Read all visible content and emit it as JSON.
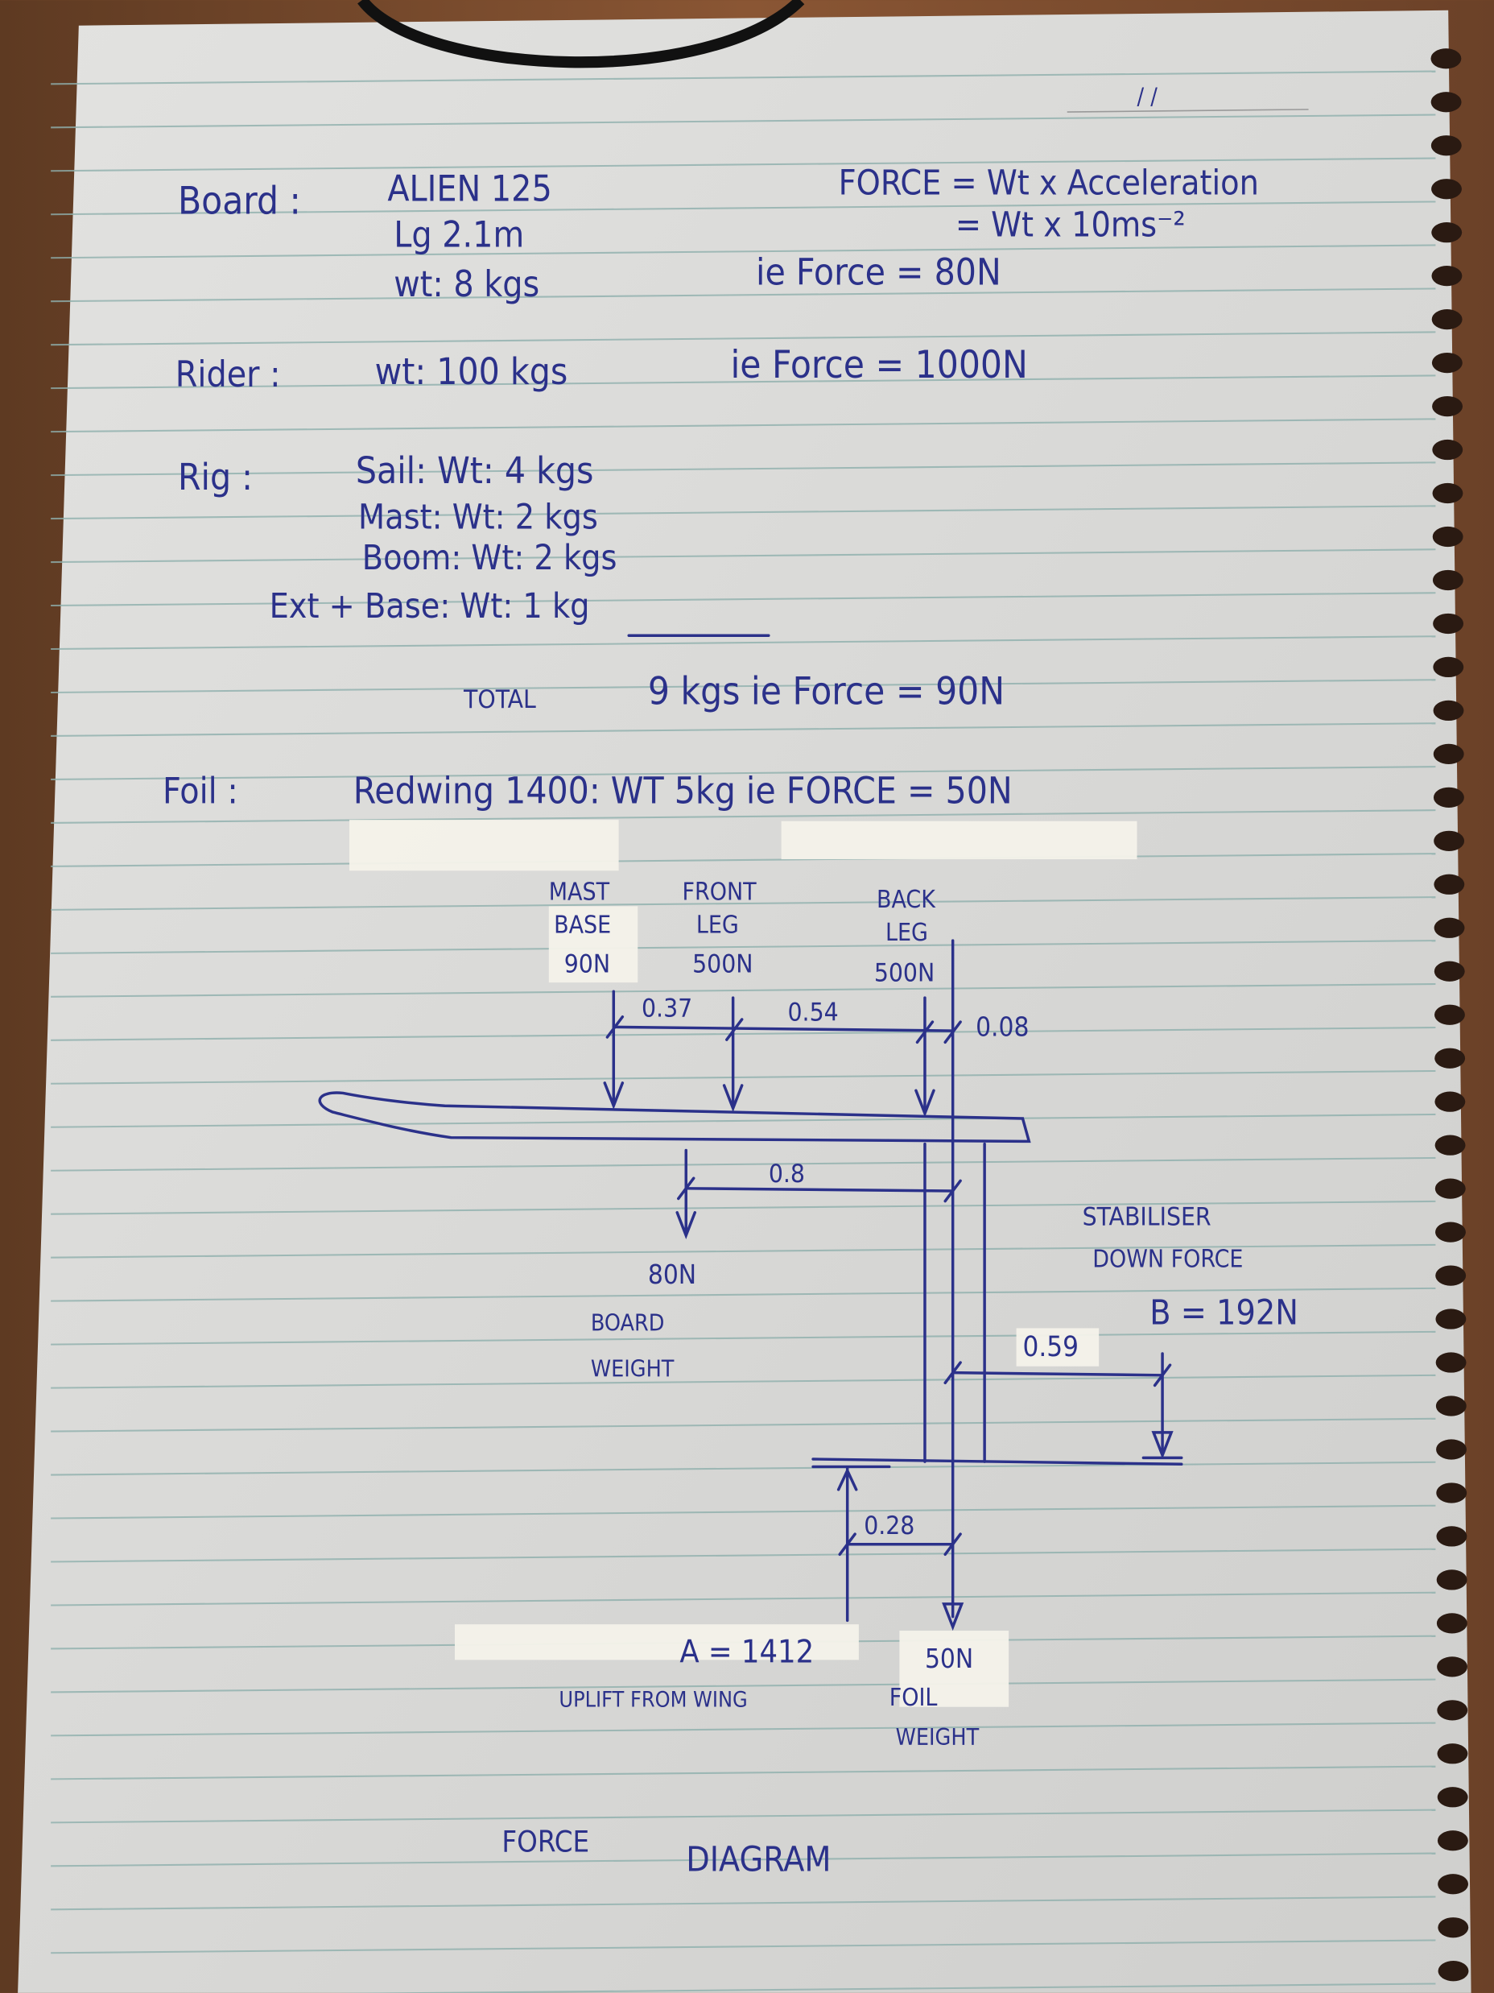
{
  "board": {
    "label": "Board :",
    "model": "ALIEN 125",
    "length": "Lg 2.1m",
    "weight": "wt: 8 kgs",
    "formula_1": "FORCE = Wt x Acceleration",
    "formula_2": "= Wt x 10ms⁻²",
    "force": "ie Force = 80N"
  },
  "rider": {
    "label": "Rider :",
    "weight": "wt: 100 kgs",
    "force": "ie Force = 1000N"
  },
  "rig": {
    "label": "Rig :",
    "items": [
      {
        "text": "Sail: Wt: 4 kgs"
      },
      {
        "text": "Mast: Wt: 2 kgs"
      },
      {
        "text": "Boom: Wt: 2 kgs"
      },
      {
        "text": "Ext + Base: Wt: 1 kg"
      }
    ],
    "total_label": "TOTAL",
    "total": "9 kgs ie Force = 90N"
  },
  "foil": {
    "label": "Foil :",
    "text": "Redwing 1400: WT 5kg ie FORCE = 50N"
  },
  "diagram": {
    "title_1": "FORCE",
    "title_2": "DIAGRAM",
    "mast_base": [
      "MAST",
      "BASE",
      "90N"
    ],
    "front_leg": [
      "FRONT",
      "LEG",
      "500N"
    ],
    "back_leg": [
      "BACK",
      "LEG",
      "500N"
    ],
    "dims": {
      "d1": "0.37",
      "d2": "0.54",
      "d3": "0.08",
      "d4": "0.8",
      "d5": "0.59",
      "d6": "0.28"
    },
    "board_weight": [
      "80N",
      "BOARD",
      "WEIGHT"
    ],
    "stabiliser": [
      "STABILISER",
      "DOWN FORCE",
      "B = 192N"
    ],
    "uplift": [
      "A = 1412",
      "UPLIFT FROM WING"
    ],
    "foil_weight": [
      "50N",
      "FOIL",
      "WEIGHT"
    ]
  },
  "date_field": "/     /",
  "colors": {
    "ink": "#2b318a",
    "paper": "#d9d9d7",
    "rule": "#8fb0ad",
    "wood": "#7a4a2a"
  }
}
